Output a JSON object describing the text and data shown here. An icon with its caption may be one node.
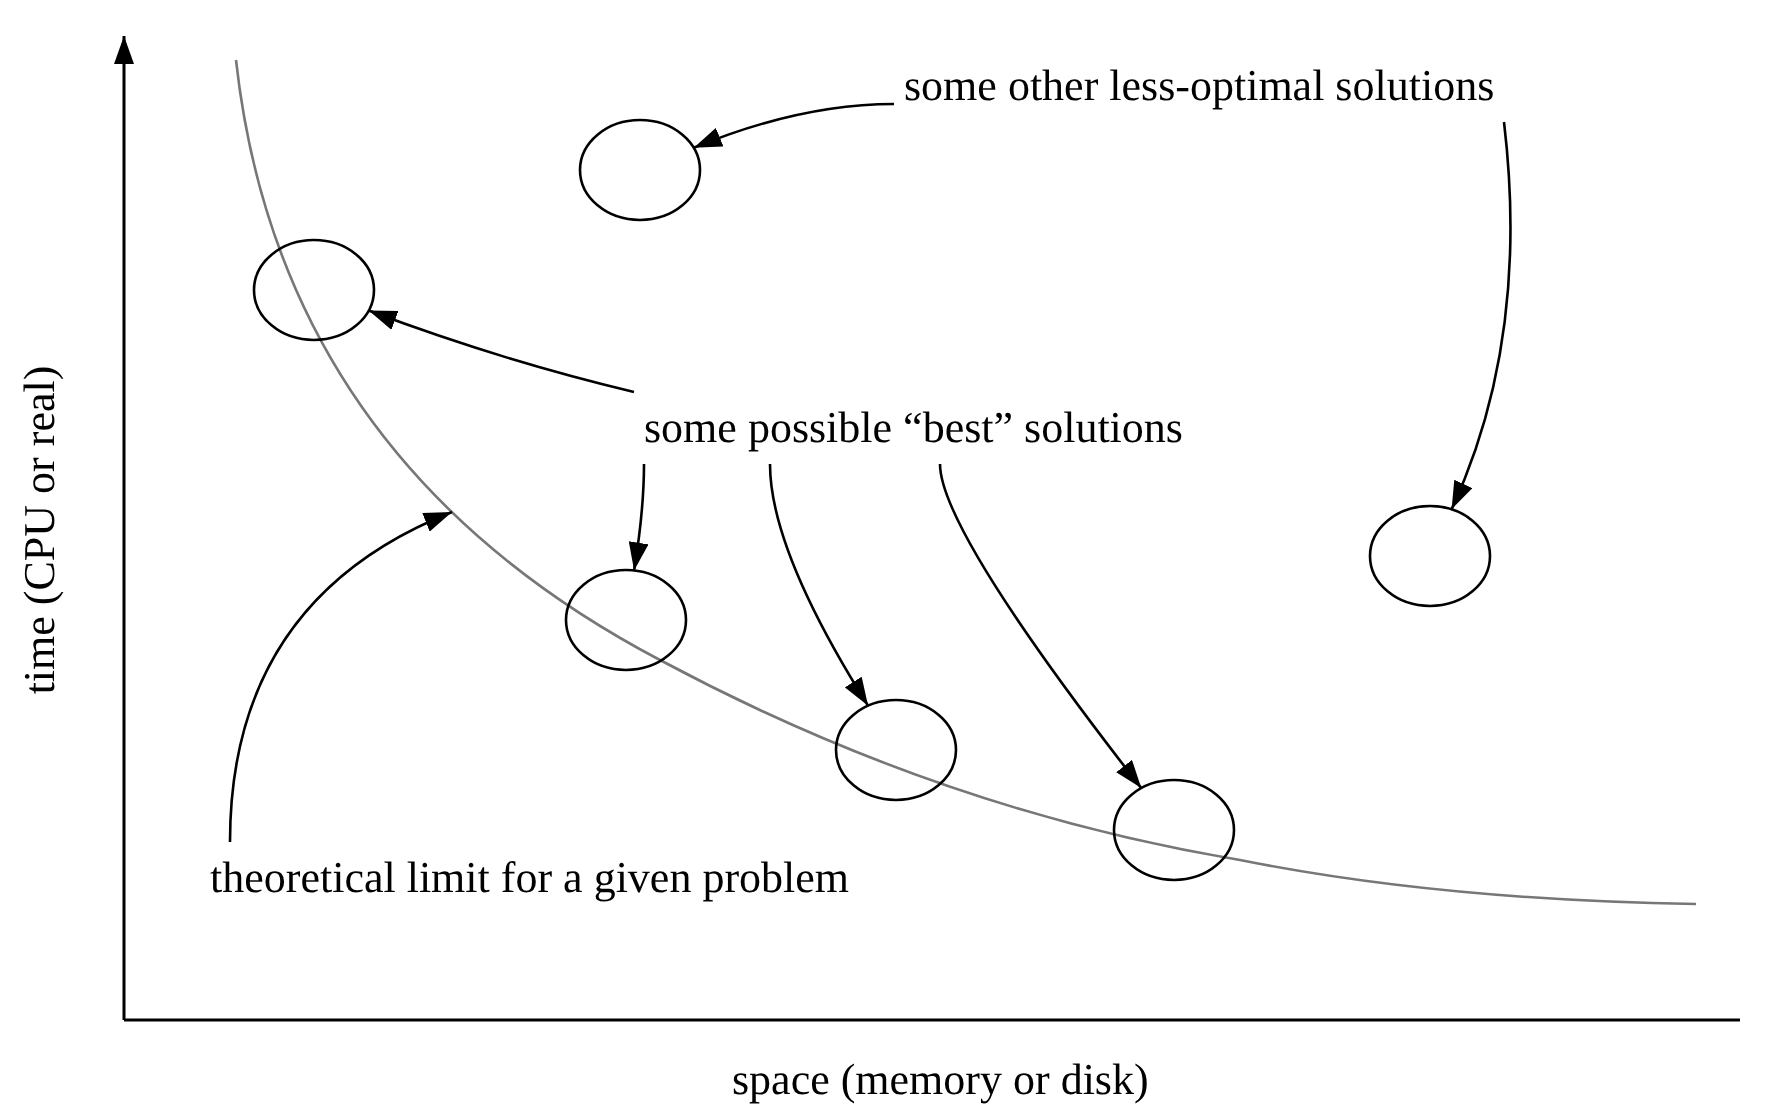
{
  "diagram": {
    "nodes": [
      {
        "text": [
          "some other less-optimal solutions"
        ]
      },
      {
        "text": [
          "some possible “best” solutions"
        ]
      },
      {
        "text": [
          "theoretical limit for a given problem"
        ]
      },
      {
        "text": [],
        "shape": "circle"
      },
      {
        "text": [],
        "shape": "circle"
      },
      {
        "text": [],
        "shape": "circle"
      },
      {
        "text": [],
        "shape": "circle"
      },
      {
        "text": [],
        "shape": "circle"
      },
      {
        "text": [],
        "shape": "circle"
      }
    ],
    "edges": [
      {
        "from": 0,
        "to": 5,
        "arrow": "to"
      },
      {
        "from": 0,
        "to": 8,
        "arrow": "to"
      },
      {
        "from": 1,
        "to": 3,
        "arrow": "to"
      },
      {
        "from": 1,
        "to": 4,
        "arrow": "to"
      },
      {
        "from": 1,
        "to": 6,
        "arrow": "to"
      },
      {
        "from": 1,
        "to": 7,
        "arrow": "to"
      },
      {
        "from": 2,
        "to": null,
        "arrow": "to"
      }
    ],
    "labels": [
      "time (CPU or real)",
      "space (memory or disk)"
    ]
  }
}
